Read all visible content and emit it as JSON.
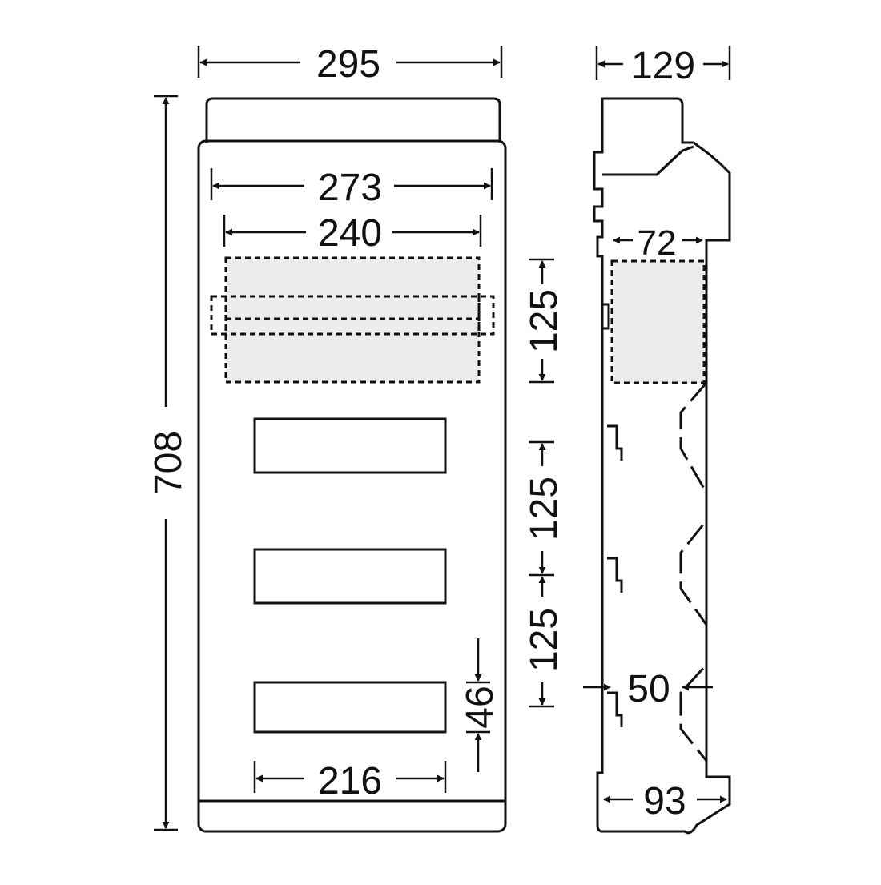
{
  "colors": {
    "line": "#111111",
    "fill_gray": "#ececec",
    "background": "#ffffff"
  },
  "dimensions": {
    "front_width": "295",
    "front_height": "708",
    "inner_width": "273",
    "rail_width": "240",
    "upper_module_height": "125",
    "middle_module_height": "125",
    "lower_module_height": "125",
    "window_height": "46",
    "window_width": "216",
    "side_depth": "129",
    "side_inner_depth": "72",
    "side_rail_depth": "50",
    "side_base_depth": "93"
  }
}
